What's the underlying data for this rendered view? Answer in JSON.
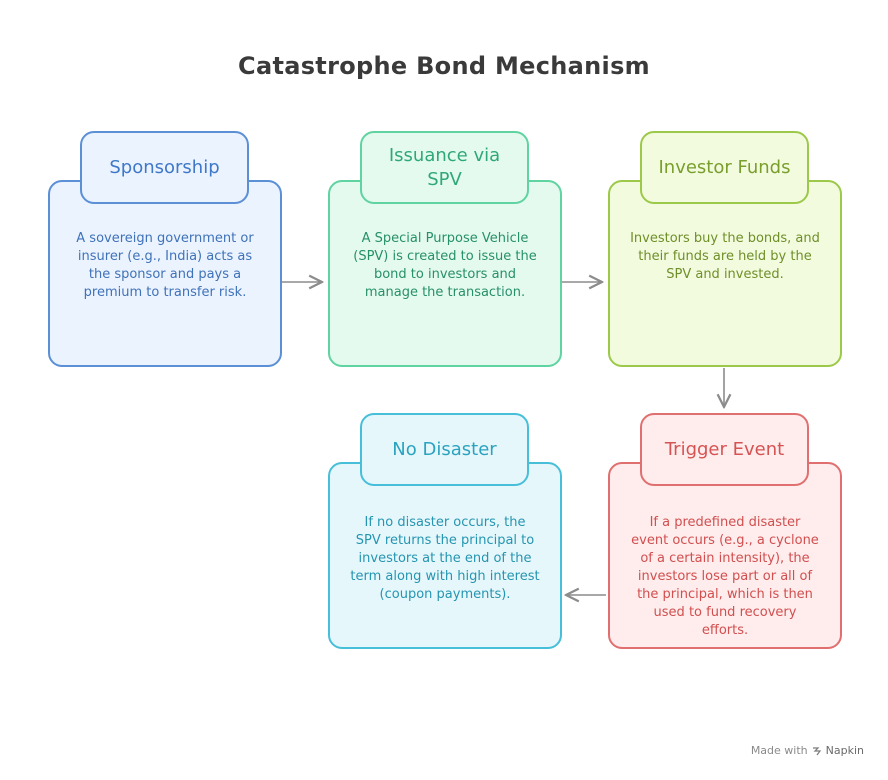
{
  "title": "Catastrophe Bond Mechanism",
  "steps": [
    {
      "name": "Sponsorship",
      "description": "A sovereign government or insurer (e.g., India) acts as the sponsor and pays a premium to transfer risk.",
      "color": "#5b8fd6"
    },
    {
      "name": "Issuance via SPV",
      "description": "A Special Purpose Vehicle (SPV) is created to issue the bond to investors and manage the transaction.",
      "color": "#5fd3a0"
    },
    {
      "name": "Investor Funds",
      "description": "Investors buy the bonds, and their funds are held by the SPV and invested.",
      "color": "#9cc94a"
    },
    {
      "name": "Trigger Event",
      "description": "If a predefined disaster event occurs (e.g., a cyclone of a certain intensity), the investors lose part or all of the principal, which is then used to fund recovery efforts.",
      "color": "#e07070"
    },
    {
      "name": "No Disaster",
      "description": "If no disaster occurs, the SPV returns the principal to investors at the end of the term along with high interest (coupon payments).",
      "color": "#48bfd8"
    }
  ],
  "watermark": {
    "prefix": "Made with",
    "brand": "Napkin",
    "icon": "napkin-logo-icon"
  }
}
